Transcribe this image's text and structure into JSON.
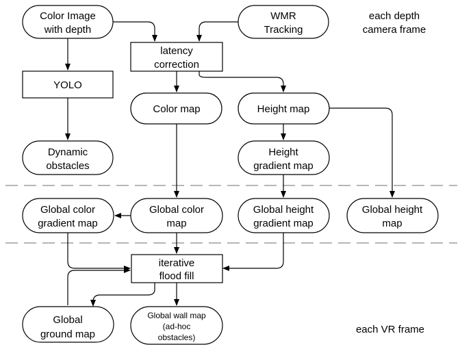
{
  "nodes": {
    "color_image": {
      "lines": [
        "Color Image",
        "with depth"
      ],
      "shape": "pill"
    },
    "wmr_tracking": {
      "lines": [
        "WMR",
        "Tracking"
      ],
      "shape": "pill"
    },
    "latency_correction": {
      "lines": [
        "latency",
        "correction"
      ],
      "shape": "rect"
    },
    "yolo": {
      "lines": [
        "YOLO"
      ],
      "shape": "rect"
    },
    "color_map": {
      "lines": [
        "Color map"
      ],
      "shape": "pill"
    },
    "height_map": {
      "lines": [
        "Height map"
      ],
      "shape": "pill"
    },
    "dynamic_obstacles": {
      "lines": [
        "Dynamic",
        "obstacles"
      ],
      "shape": "pill"
    },
    "height_gradient_map": {
      "lines": [
        "Height",
        "gradient map"
      ],
      "shape": "pill"
    },
    "global_color_gradient_map": {
      "lines": [
        "Global color",
        "gradient map"
      ],
      "shape": "pill"
    },
    "global_color_map": {
      "lines": [
        "Global color",
        "map"
      ],
      "shape": "pill"
    },
    "global_height_gradient_map": {
      "lines": [
        "Global height",
        "gradient map"
      ],
      "shape": "pill"
    },
    "global_height_map": {
      "lines": [
        "Global height",
        "map"
      ],
      "shape": "pill"
    },
    "iterative_flood_fill": {
      "lines": [
        "iterative",
        "flood fill"
      ],
      "shape": "rect"
    },
    "global_ground_map": {
      "lines": [
        "Global",
        "ground map"
      ],
      "shape": "pill"
    },
    "global_wall_map": {
      "lines": [
        "Global wall map",
        "(ad-hoc",
        "obstacles)"
      ],
      "shape": "pill"
    }
  },
  "annotations": {
    "each_depth_camera_frame": [
      "each depth",
      "camera frame"
    ],
    "each_vr_frame": [
      "each VR frame"
    ]
  },
  "edges": [
    [
      "color_image",
      "yolo"
    ],
    [
      "color_image",
      "latency_correction"
    ],
    [
      "wmr_tracking",
      "latency_correction"
    ],
    [
      "yolo",
      "dynamic_obstacles"
    ],
    [
      "latency_correction",
      "color_map"
    ],
    [
      "latency_correction",
      "height_map"
    ],
    [
      "color_map",
      "global_color_map"
    ],
    [
      "height_map",
      "height_gradient_map"
    ],
    [
      "height_map",
      "global_height_map"
    ],
    [
      "height_gradient_map",
      "global_height_gradient_map"
    ],
    [
      "global_color_map",
      "global_color_gradient_map"
    ],
    [
      "global_color_map",
      "iterative_flood_fill"
    ],
    [
      "global_color_gradient_map",
      "iterative_flood_fill"
    ],
    [
      "global_height_gradient_map",
      "iterative_flood_fill"
    ],
    [
      "global_ground_map",
      "iterative_flood_fill"
    ],
    [
      "iterative_flood_fill",
      "global_ground_map"
    ],
    [
      "iterative_flood_fill",
      "global_wall_map"
    ]
  ]
}
